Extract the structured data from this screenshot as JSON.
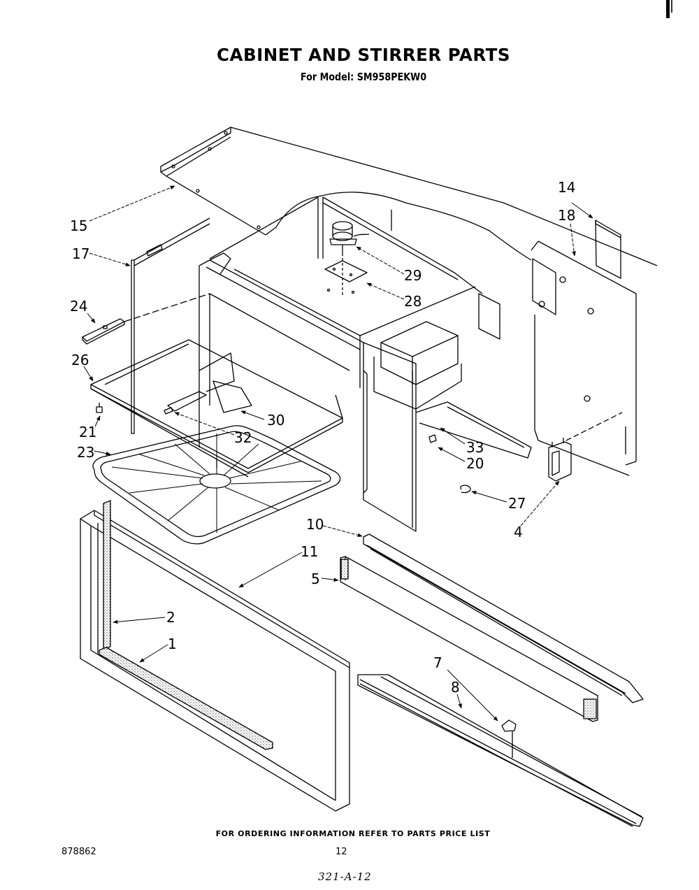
{
  "header": {
    "title": "CABINET AND STIRRER PARTS",
    "subtitle": "For Model: SM958PEKW0"
  },
  "diagram": {
    "description": "Exploded isometric view of microwave cabinet and stirrer assembly",
    "callouts": [
      {
        "id": "c15",
        "label": "15"
      },
      {
        "id": "c17",
        "label": "17"
      },
      {
        "id": "c24",
        "label": "24"
      },
      {
        "id": "c26",
        "label": "26"
      },
      {
        "id": "c21",
        "label": "21"
      },
      {
        "id": "c23",
        "label": "23"
      },
      {
        "id": "c32",
        "label": "32"
      },
      {
        "id": "c30",
        "label": "30"
      },
      {
        "id": "c29",
        "label": "29"
      },
      {
        "id": "c28",
        "label": "28"
      },
      {
        "id": "c14",
        "label": "14"
      },
      {
        "id": "c18",
        "label": "18"
      },
      {
        "id": "c33",
        "label": "33"
      },
      {
        "id": "c20",
        "label": "20"
      },
      {
        "id": "c27",
        "label": "27"
      },
      {
        "id": "c4",
        "label": "4"
      },
      {
        "id": "c10",
        "label": "10"
      },
      {
        "id": "c11",
        "label": "11"
      },
      {
        "id": "c5",
        "label": "5"
      },
      {
        "id": "c2",
        "label": "2"
      },
      {
        "id": "c1",
        "label": "1"
      },
      {
        "id": "c7",
        "label": "7"
      },
      {
        "id": "c8",
        "label": "8"
      }
    ]
  },
  "footer": {
    "ordering_note": "FOR ORDERING INFORMATION REFER TO PARTS PRICE LIST",
    "doc_number": "878862",
    "page_number": "12",
    "handwritten_ref": "321-A-12"
  }
}
